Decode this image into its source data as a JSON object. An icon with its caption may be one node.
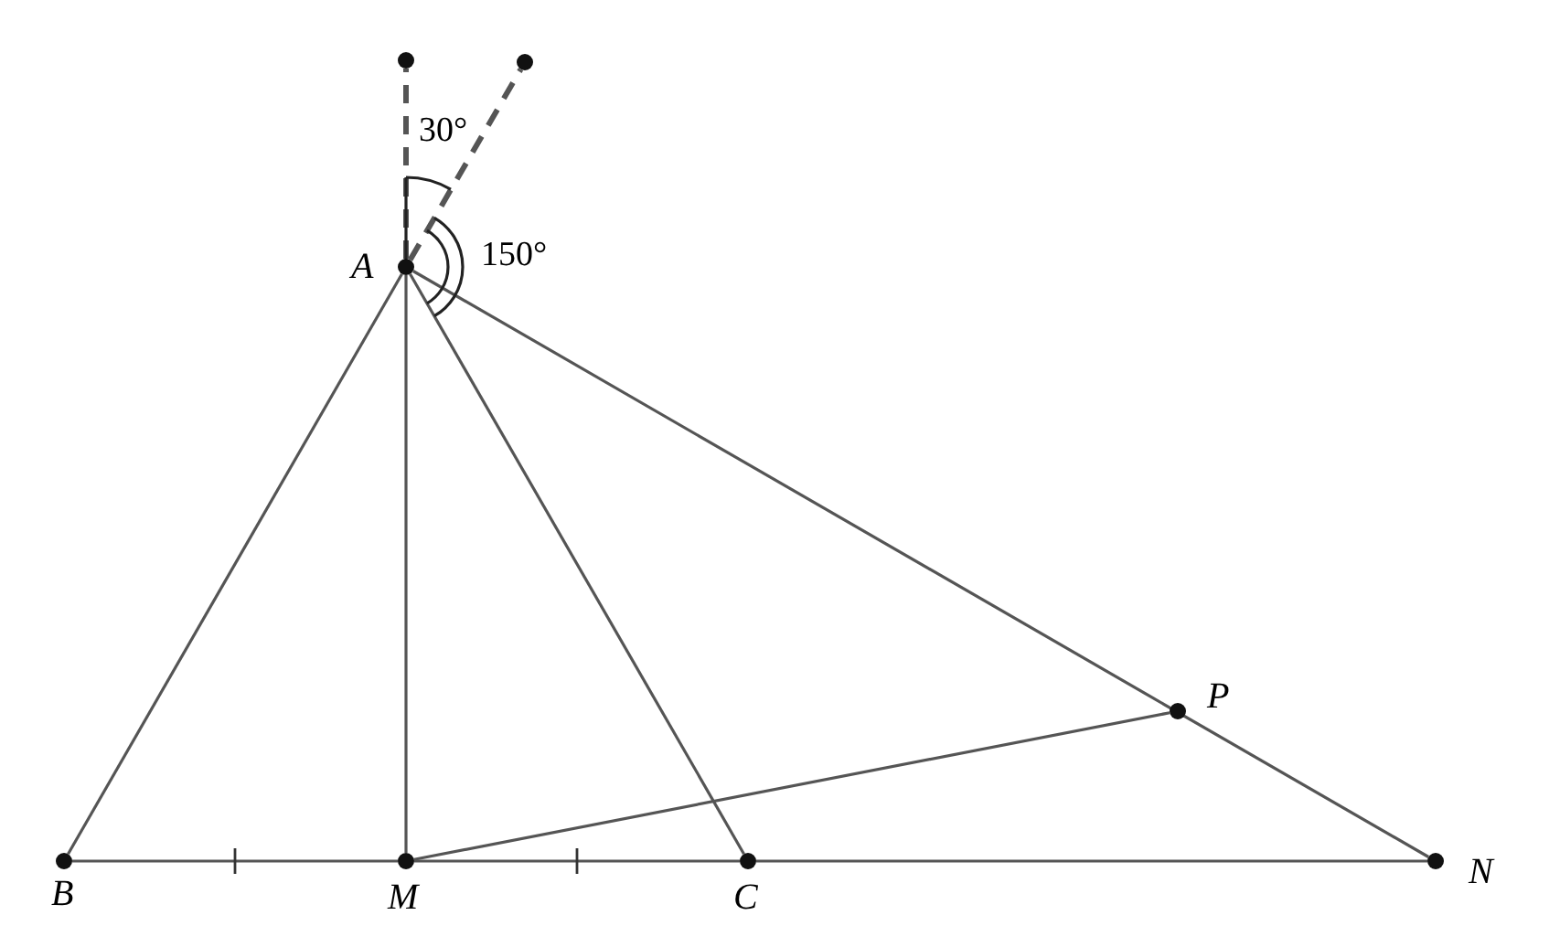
{
  "diagram": {
    "nodes": [
      {
        "text": [],
        "shape": "circle",
        "beside": [
          "A"
        ]
      },
      {
        "text": [],
        "shape": "circle",
        "beside": [
          "B"
        ]
      },
      {
        "text": [],
        "shape": "circle",
        "beside": [
          "M"
        ]
      },
      {
        "text": [],
        "shape": "circle",
        "beside": [
          "C"
        ]
      },
      {
        "text": [],
        "shape": "circle",
        "beside": [
          "N"
        ]
      },
      {
        "text": [],
        "shape": "circle",
        "beside": [
          "P"
        ]
      },
      {
        "text": [],
        "shape": "circle"
      },
      {
        "text": [],
        "shape": "circle"
      }
    ],
    "edges": [
      {
        "from": 0,
        "to": 1,
        "arrow": "none"
      },
      {
        "from": 0,
        "to": 2,
        "arrow": "none"
      },
      {
        "from": 0,
        "to": 3,
        "arrow": "none"
      },
      {
        "from": 0,
        "to": 4,
        "arrow": "none"
      },
      {
        "from": 1,
        "to": 2,
        "arrow": "none"
      },
      {
        "from": 2,
        "to": 3,
        "arrow": "none"
      },
      {
        "from": 3,
        "to": 4,
        "arrow": "none"
      },
      {
        "from": 2,
        "to": 5,
        "arrow": "none"
      },
      {
        "from": 0,
        "to": 6,
        "arrow": "none",
        "style": "dashed"
      },
      {
        "from": 0,
        "to": 7,
        "arrow": "none",
        "style": "dashed"
      }
    ],
    "labels": [
      "30°",
      "150°"
    ]
  }
}
